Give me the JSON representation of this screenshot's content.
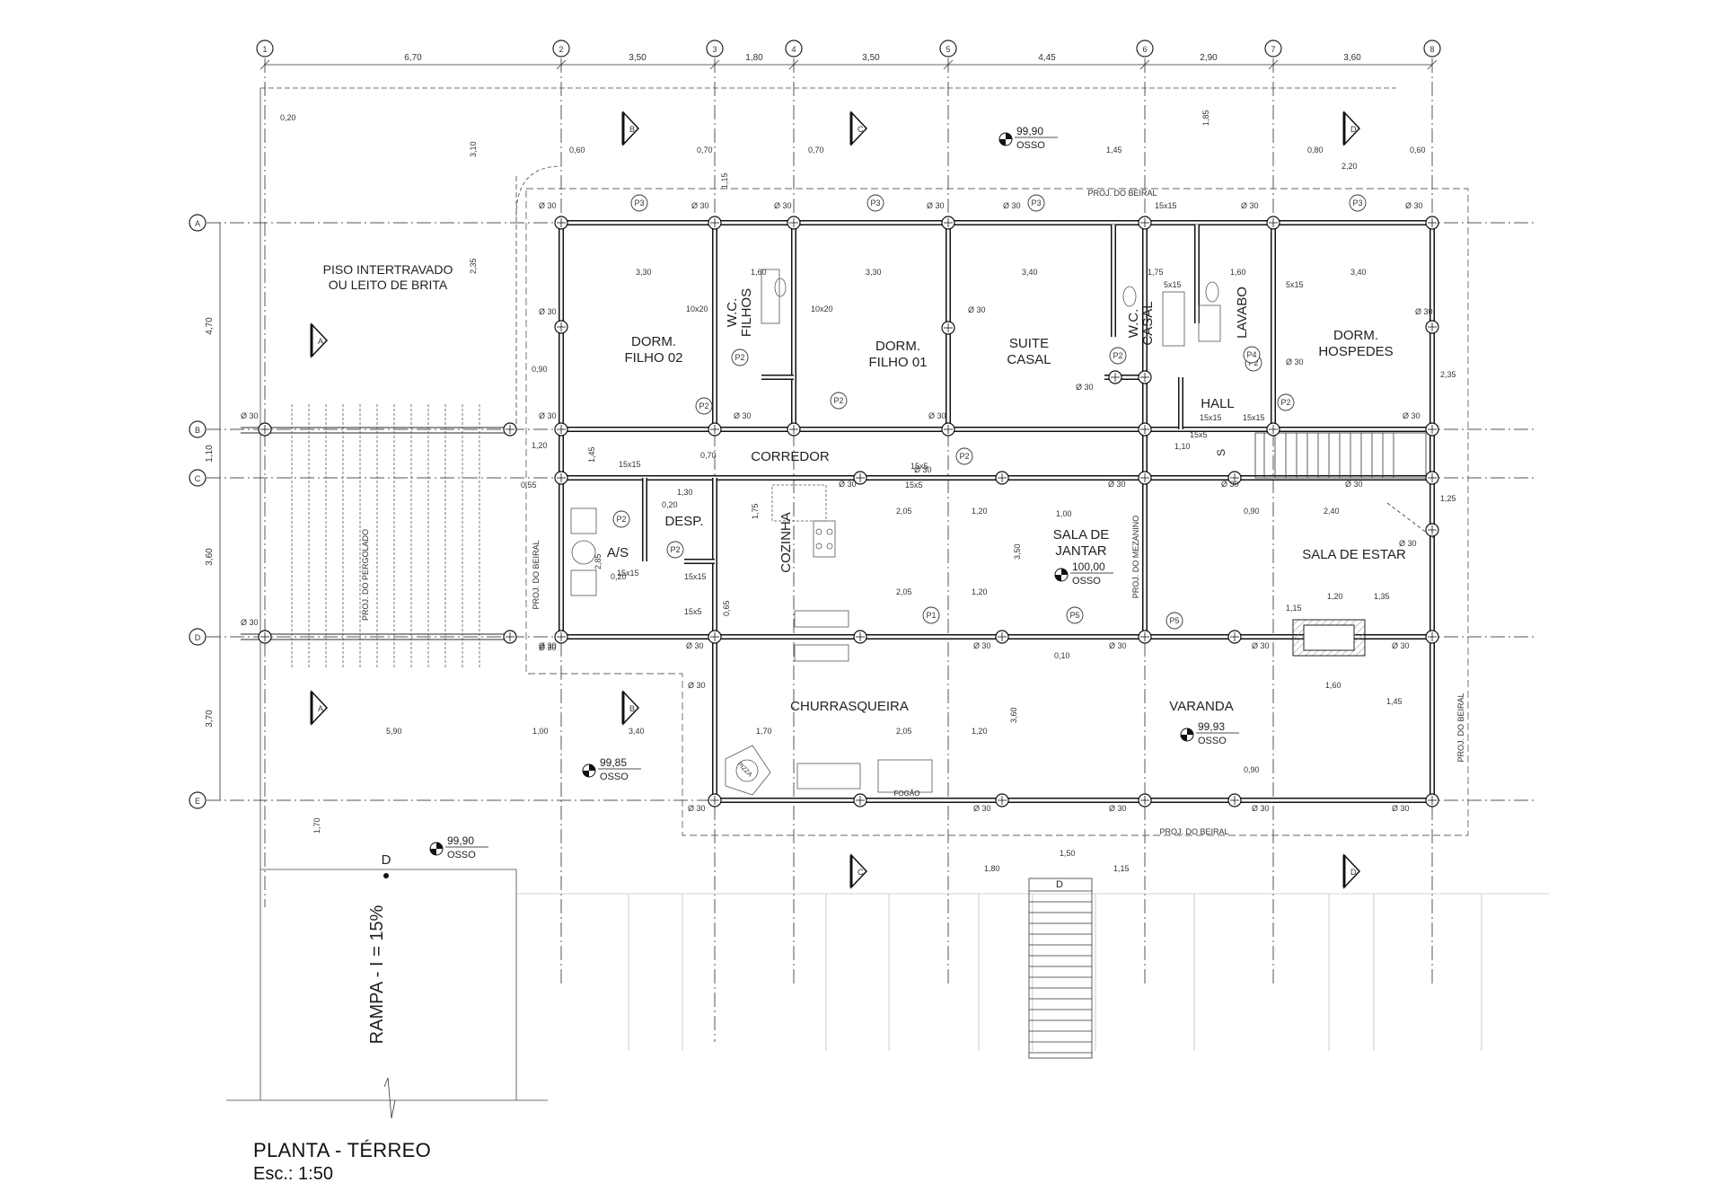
{
  "title": "PLANTA - TÉRREO",
  "scale": "Esc.: 1:50",
  "grid_columns": [
    "1",
    "2",
    "3",
    "4",
    "5",
    "6",
    "7",
    "8"
  ],
  "grid_rows": [
    "A",
    "B",
    "C",
    "D",
    "E"
  ],
  "top_dimensions": [
    "6,70",
    "3,50",
    "1,80",
    "3,50",
    "4,45",
    "2,90",
    "3,60"
  ],
  "left_dimensions": [
    "4,70",
    "1,10",
    "3,60",
    "3,70"
  ],
  "rooms": [
    {
      "line1": "DORM.",
      "line2": "FILHO 02"
    },
    {
      "line1": "W.C.",
      "line2": "FILHOS"
    },
    {
      "line1": "DORM.",
      "line2": "FILHO 01"
    },
    {
      "line1": "SUITE",
      "line2": "CASAL"
    },
    {
      "line1": "W.C.",
      "line2": "CASAL"
    },
    {
      "line1": "LAVABO",
      "line2": ""
    },
    {
      "line1": "DORM.",
      "line2": "HOSPEDES"
    },
    {
      "line1": "HALL",
      "line2": ""
    },
    {
      "line1": "CORREDOR",
      "line2": ""
    },
    {
      "line1": "DESP.",
      "line2": ""
    },
    {
      "line1": "A/S",
      "line2": ""
    },
    {
      "line1": "COZINHA",
      "line2": ""
    },
    {
      "line1": "SALA DE",
      "line2": "JANTAR"
    },
    {
      "line1": "SALA DE ESTAR",
      "line2": ""
    },
    {
      "line1": "CHURRASQUEIRA",
      "line2": ""
    },
    {
      "line1": "VARANDA",
      "line2": ""
    }
  ],
  "exterior_labels": {
    "paving_line1": "PISO INTERTRAVADO",
    "paving_line2": "OU LEITO DE BRITA",
    "pergola": "PROJ. DO PERGOLADO",
    "eave_top": "PROJ. DO BEIRAL",
    "eave_bottom": "PROJ. DO BEIRAL",
    "eave_left": "PROJ. DO BEIRAL",
    "eave_right": "PROJ. DO BEIRAL",
    "mezzanine": "PROJ. DO MEZANINO",
    "ramp": "RAMPA - I = 15%",
    "fogao": "FOGÃO",
    "pizza": "PIZZA"
  },
  "levels": [
    {
      "value": "99,90",
      "unit": "OSSO"
    },
    {
      "value": "100,00",
      "unit": "OSSO"
    },
    {
      "value": "99,93",
      "unit": "OSSO"
    },
    {
      "value": "99,85",
      "unit": "OSSO"
    },
    {
      "value": "99,90",
      "unit": "OSSO"
    }
  ],
  "section_markers": [
    "B",
    "C",
    "D",
    "A",
    "A",
    "B",
    "C",
    "D"
  ],
  "tags": [
    "P3",
    "P3",
    "P3",
    "P3",
    "P2",
    "P2",
    "P2",
    "P2",
    "P2",
    "P2",
    "P2",
    "P2",
    "P2",
    "P1",
    "P5",
    "P5",
    "P4"
  ],
  "column_labels": {
    "dia30": "Ø 30",
    "s10x20": "10x20",
    "s15x15": "15x15",
    "s15x5": "15x5",
    "s5x15": "5x15"
  },
  "inner_dims": {
    "a": "0,60",
    "b": "0,70",
    "c": "0,70",
    "d": "1,45",
    "e": "0,80",
    "f": "0,60",
    "g": "2,20",
    "h": "3,30",
    "i": "1,60",
    "j": "3,30",
    "k": "3,40",
    "l": "1,75",
    "m": "1,60",
    "n": "3,40",
    "o": "2,05",
    "p": "1,20",
    "q": "2,05",
    "r": "1,20",
    "s": "2,05",
    "t": "1,20",
    "u": "0,90",
    "v": "2,40",
    "w": "1,20",
    "x": "1,35",
    "y": "1,60",
    "z": "1,45",
    "aa": "0,90",
    "ab": "5,90",
    "ac": "1,00",
    "ad": "3,40",
    "ae": "1,70",
    "af": "1,50",
    "ag": "1,80",
    "ah": "1,15",
    "ai": "1,20",
    "aj": "1,70",
    "ak": "0,20",
    "al": "3,10",
    "am": "2,35",
    "an": "1,85",
    "ao": "1,15",
    "ap": "3,50",
    "aq": "3,60",
    "ar": "2,85",
    "as": "1,45",
    "at": "1,25",
    "au": "2,35",
    "av": "0,90",
    "aw": "0,20",
    "ax": "0,10",
    "ay": "1,30",
    "az": "0,55",
    "ba": "0,70",
    "bb": "1,75",
    "bc": "1,10",
    "bd": "0,65",
    "be": "0,20",
    "bf": "1,00"
  },
  "stair_marker": "S",
  "ramp_marker": "D",
  "stair_marker_2": "D"
}
